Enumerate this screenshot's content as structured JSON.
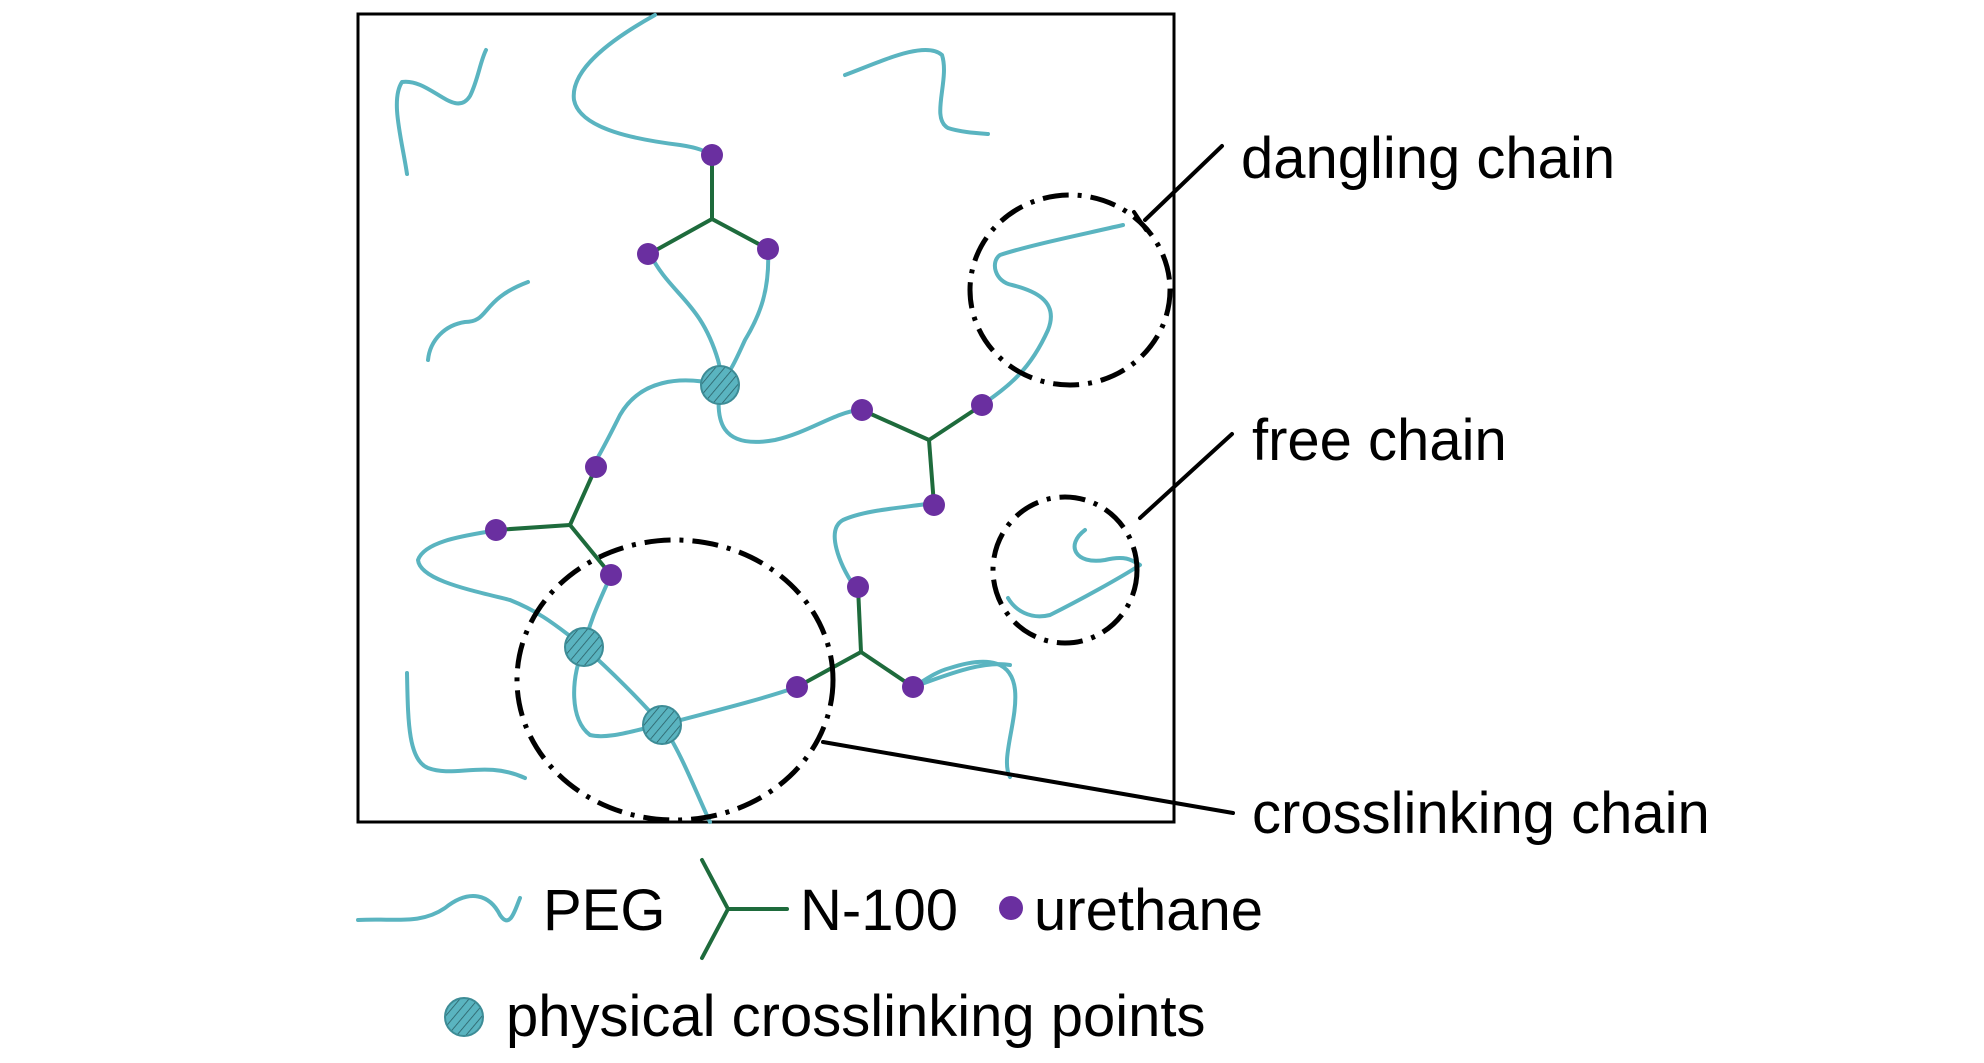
{
  "colors": {
    "peg": "#5ab4c0",
    "n100": "#1e6b3c",
    "urethane": "#6a2fa0",
    "physical_point": "#5ab4c0",
    "outline": "#000000"
  },
  "callouts": {
    "dangling": "dangling chain",
    "free": "free chain",
    "crosslinking": "crosslinking chain"
  },
  "legend": {
    "peg": "PEG",
    "n100": "N-100",
    "urethane": "urethane",
    "physical": "physical crosslinking points"
  }
}
